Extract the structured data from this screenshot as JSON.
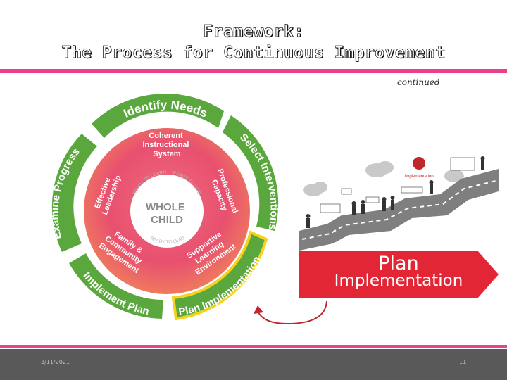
{
  "title": {
    "line1": "Framework:",
    "line2": "The Process for Continuous Improvement"
  },
  "subtitle": "continued",
  "wheel": {
    "outer_segments": [
      "Identify Needs",
      "Select Interventions",
      "Plan Implementation",
      "Implement Plan",
      "Examine Progress"
    ],
    "highlighted_segment": "Plan Implementation",
    "inner_components": {
      "top": [
        "Coherent",
        "Instructional",
        "System"
      ],
      "right": [
        "Professional",
        "Capacity"
      ],
      "bottom_right": [
        "Supportive",
        "Learning",
        "Environment"
      ],
      "bottom_left": [
        "Family &",
        "Community",
        "Engagement"
      ],
      "left": [
        "Effective",
        "Leadership"
      ]
    },
    "center": {
      "line1": "WHOLE",
      "line2": "CHILD",
      "ring_text": [
        "READY TO LEARN",
        "READY TO LIVE",
        "READY TO LEAD"
      ]
    },
    "colors": {
      "green": "#5aa83d",
      "green_dark": "#3e8a2a",
      "pink": "#e84b6f",
      "orange": "#f08a5a",
      "yellow": "#f5d21e"
    }
  },
  "illustration": {
    "badge_label": "implementation"
  },
  "plan_banner": {
    "line1": "Plan",
    "line2": "Implementation",
    "color": "#e32636"
  },
  "footer": {
    "date": "3/11/2021",
    "page": "11"
  }
}
